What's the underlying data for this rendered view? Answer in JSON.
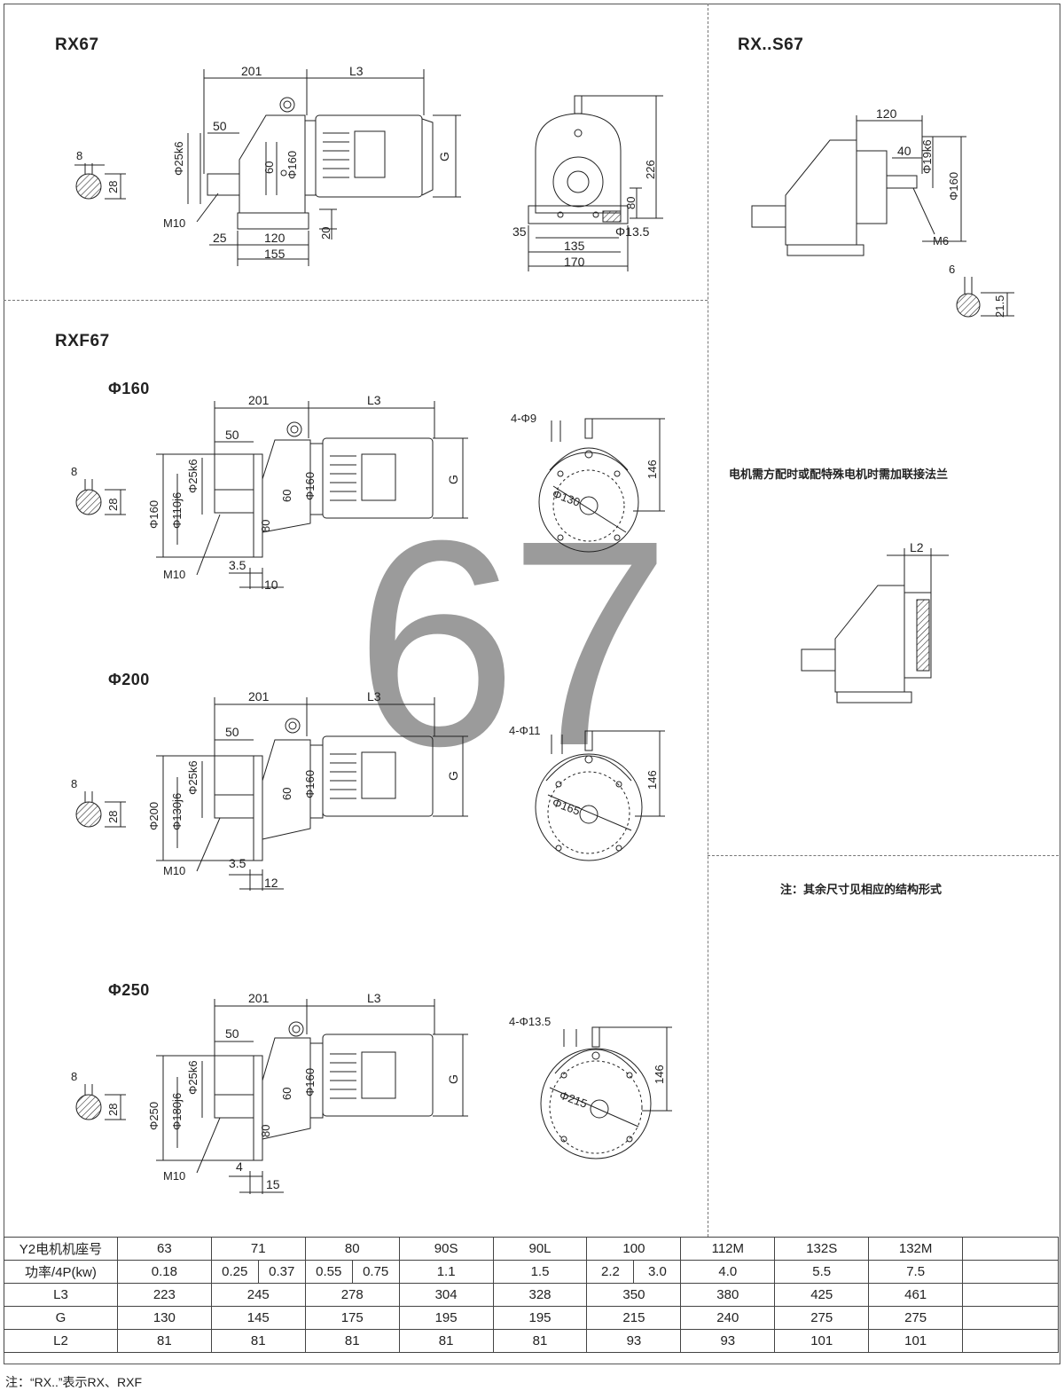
{
  "titles": {
    "rx67": "RX67",
    "rxs67": "RX..S67",
    "rxf67": "RXF67",
    "flange160": "Φ160",
    "flange200": "Φ200",
    "flange250": "Φ250"
  },
  "notes": {
    "flange_note": "电机需方配时或配特殊电机时需加联接法兰",
    "remaining_note": "注：其余尺寸见相应的结构形式",
    "footnote": "注：“RX..”表示RX、RXF"
  },
  "watermark": "67",
  "rx67": {
    "d201": "201",
    "L3": "L3",
    "d50": "50",
    "shaft": "Φ25k6",
    "d60": "60",
    "d160": "Φ160",
    "G": "G",
    "M10": "M10",
    "d25": "25",
    "d120": "120",
    "d155": "155",
    "d20": "20",
    "key8": "8",
    "key28": "28",
    "d226": "226",
    "d80": "80",
    "d35": "35",
    "d135": "135",
    "d170": "170",
    "hole": "Φ13.5"
  },
  "rxs67": {
    "d120": "120",
    "d40": "40",
    "shaft": "Φ19k6",
    "d160": "Φ160",
    "M6": "M6",
    "key6": "6",
    "key215": "21.5",
    "L2": "L2"
  },
  "rxf160": {
    "d201": "201",
    "L3": "L3",
    "d50": "50",
    "shaft": "Φ25k6",
    "d160": "Φ160",
    "fl": "Φ160",
    "spig": "Φ110j6",
    "d60": "60",
    "d80": "80",
    "G": "G",
    "M10": "M10",
    "d35": "3.5",
    "d10": "10",
    "key8": "8",
    "key28": "28",
    "holes": "4-Φ9",
    "pcd": "Φ130",
    "d146": "146"
  },
  "rxf200": {
    "d201": "201",
    "L3": "L3",
    "d50": "50",
    "shaft": "Φ25k6",
    "d160": "Φ160",
    "fl": "Φ200",
    "spig": "Φ130j6",
    "d60": "60",
    "G": "G",
    "M10": "M10",
    "d35": "3.5",
    "d12": "12",
    "key8": "8",
    "key28": "28",
    "holes": "4-Φ11",
    "pcd": "Φ165",
    "d146": "146"
  },
  "rxf250": {
    "d201": "201",
    "L3": "L3",
    "d50": "50",
    "shaft": "Φ25k6",
    "d160": "Φ160",
    "fl": "Φ250",
    "spig": "Φ180j6",
    "d60": "60",
    "d80": "80",
    "G": "G",
    "M10": "M10",
    "d4": "4",
    "d15": "15",
    "key8": "8",
    "key28": "28",
    "holes": "4-Φ13.5",
    "pcd": "Φ215",
    "d146": "146"
  },
  "table": {
    "row_labels": [
      "Y2电机机座号",
      "功率/4P(kw)",
      "L3",
      "G",
      "L2"
    ],
    "frame": [
      "63",
      "71",
      "80",
      "90S",
      "90L",
      "100",
      "112M",
      "132S",
      "132M",
      ""
    ],
    "power": [
      [
        "0.18"
      ],
      [
        "0.25",
        "0.37"
      ],
      [
        "0.55",
        "0.75"
      ],
      [
        "1.1"
      ],
      [
        "1.5"
      ],
      [
        "2.2",
        "3.0"
      ],
      [
        "4.0"
      ],
      [
        "5.5"
      ],
      [
        "7.5"
      ],
      [
        ""
      ]
    ],
    "L3": [
      "223",
      "245",
      "278",
      "304",
      "328",
      "350",
      "380",
      "425",
      "461",
      ""
    ],
    "G": [
      "130",
      "145",
      "175",
      "195",
      "195",
      "215",
      "240",
      "275",
      "275",
      ""
    ],
    "L2": [
      "81",
      "81",
      "81",
      "81",
      "81",
      "93",
      "93",
      "101",
      "101",
      ""
    ]
  }
}
